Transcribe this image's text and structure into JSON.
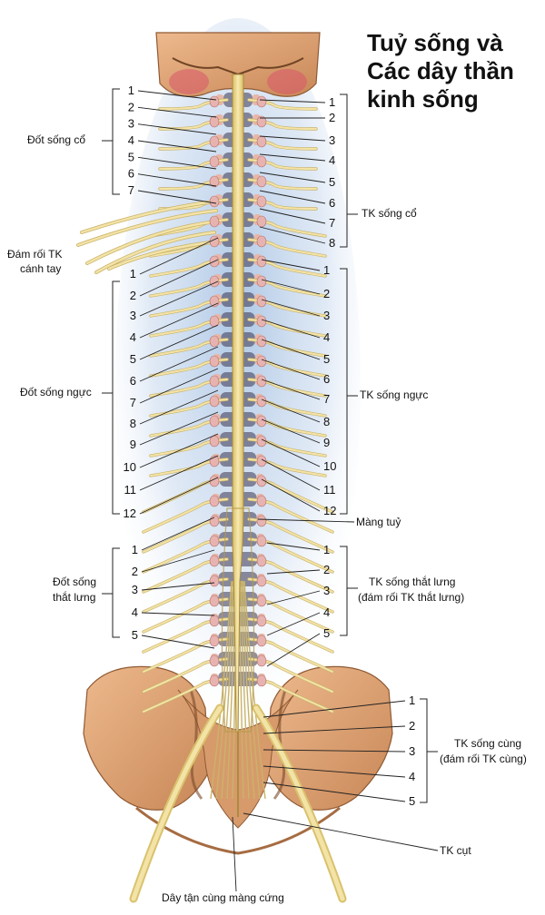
{
  "title": [
    "Tuỷ sống và",
    "Các dây thần",
    "kinh sống"
  ],
  "groups_left": {
    "cervical": {
      "label": "Đốt sống cổ",
      "numbers": [
        "1",
        "2",
        "3",
        "4",
        "5",
        "6",
        "7"
      ]
    },
    "thoracic": {
      "label": "Đốt sống ngực",
      "numbers": [
        "1",
        "2",
        "3",
        "4",
        "5",
        "6",
        "7",
        "8",
        "9",
        "10",
        "11",
        "12"
      ]
    },
    "lumbar": {
      "label_lines": [
        "Đốt sống",
        "thắt lưng"
      ],
      "numbers": [
        "1",
        "2",
        "3",
        "4",
        "5"
      ]
    }
  },
  "groups_right": {
    "cervical": {
      "label": "TK sống cổ",
      "numbers": [
        "1",
        "2",
        "3",
        "4",
        "5",
        "6",
        "7",
        "8"
      ]
    },
    "thoracic": {
      "label": "TK sống ngực",
      "numbers": [
        "1",
        "2",
        "3",
        "4",
        "5",
        "6",
        "7",
        "8",
        "9",
        "10",
        "11",
        "12"
      ]
    },
    "lumbar": {
      "label_lines": [
        "TK sống thắt lưng",
        "(đám rối TK thắt lưng)"
      ],
      "numbers": [
        "1",
        "2",
        "3",
        "4",
        "5"
      ]
    },
    "sacral": {
      "label_lines": [
        "TK sống cùng",
        "(đám rối TK cùng)"
      ],
      "numbers": [
        "1",
        "2",
        "3",
        "4",
        "5"
      ]
    }
  },
  "brachial_plexus": [
    "Đám rối TK",
    "cánh tay"
  ],
  "membrane_label": "Màng tuỷ",
  "coccygeal_label": "TK cụt",
  "filum_label": "Dây tận cùng màng cứng",
  "colors": {
    "bone": "#e2a77c",
    "bone_dark": "#b87a4e",
    "nerve": "#f3e3a6",
    "nerve_edge": "#c9b36a",
    "cord": "#efd98a",
    "halo": "#b9cfe6",
    "ganglion": "#e7b3b0",
    "leader": "#222222"
  }
}
